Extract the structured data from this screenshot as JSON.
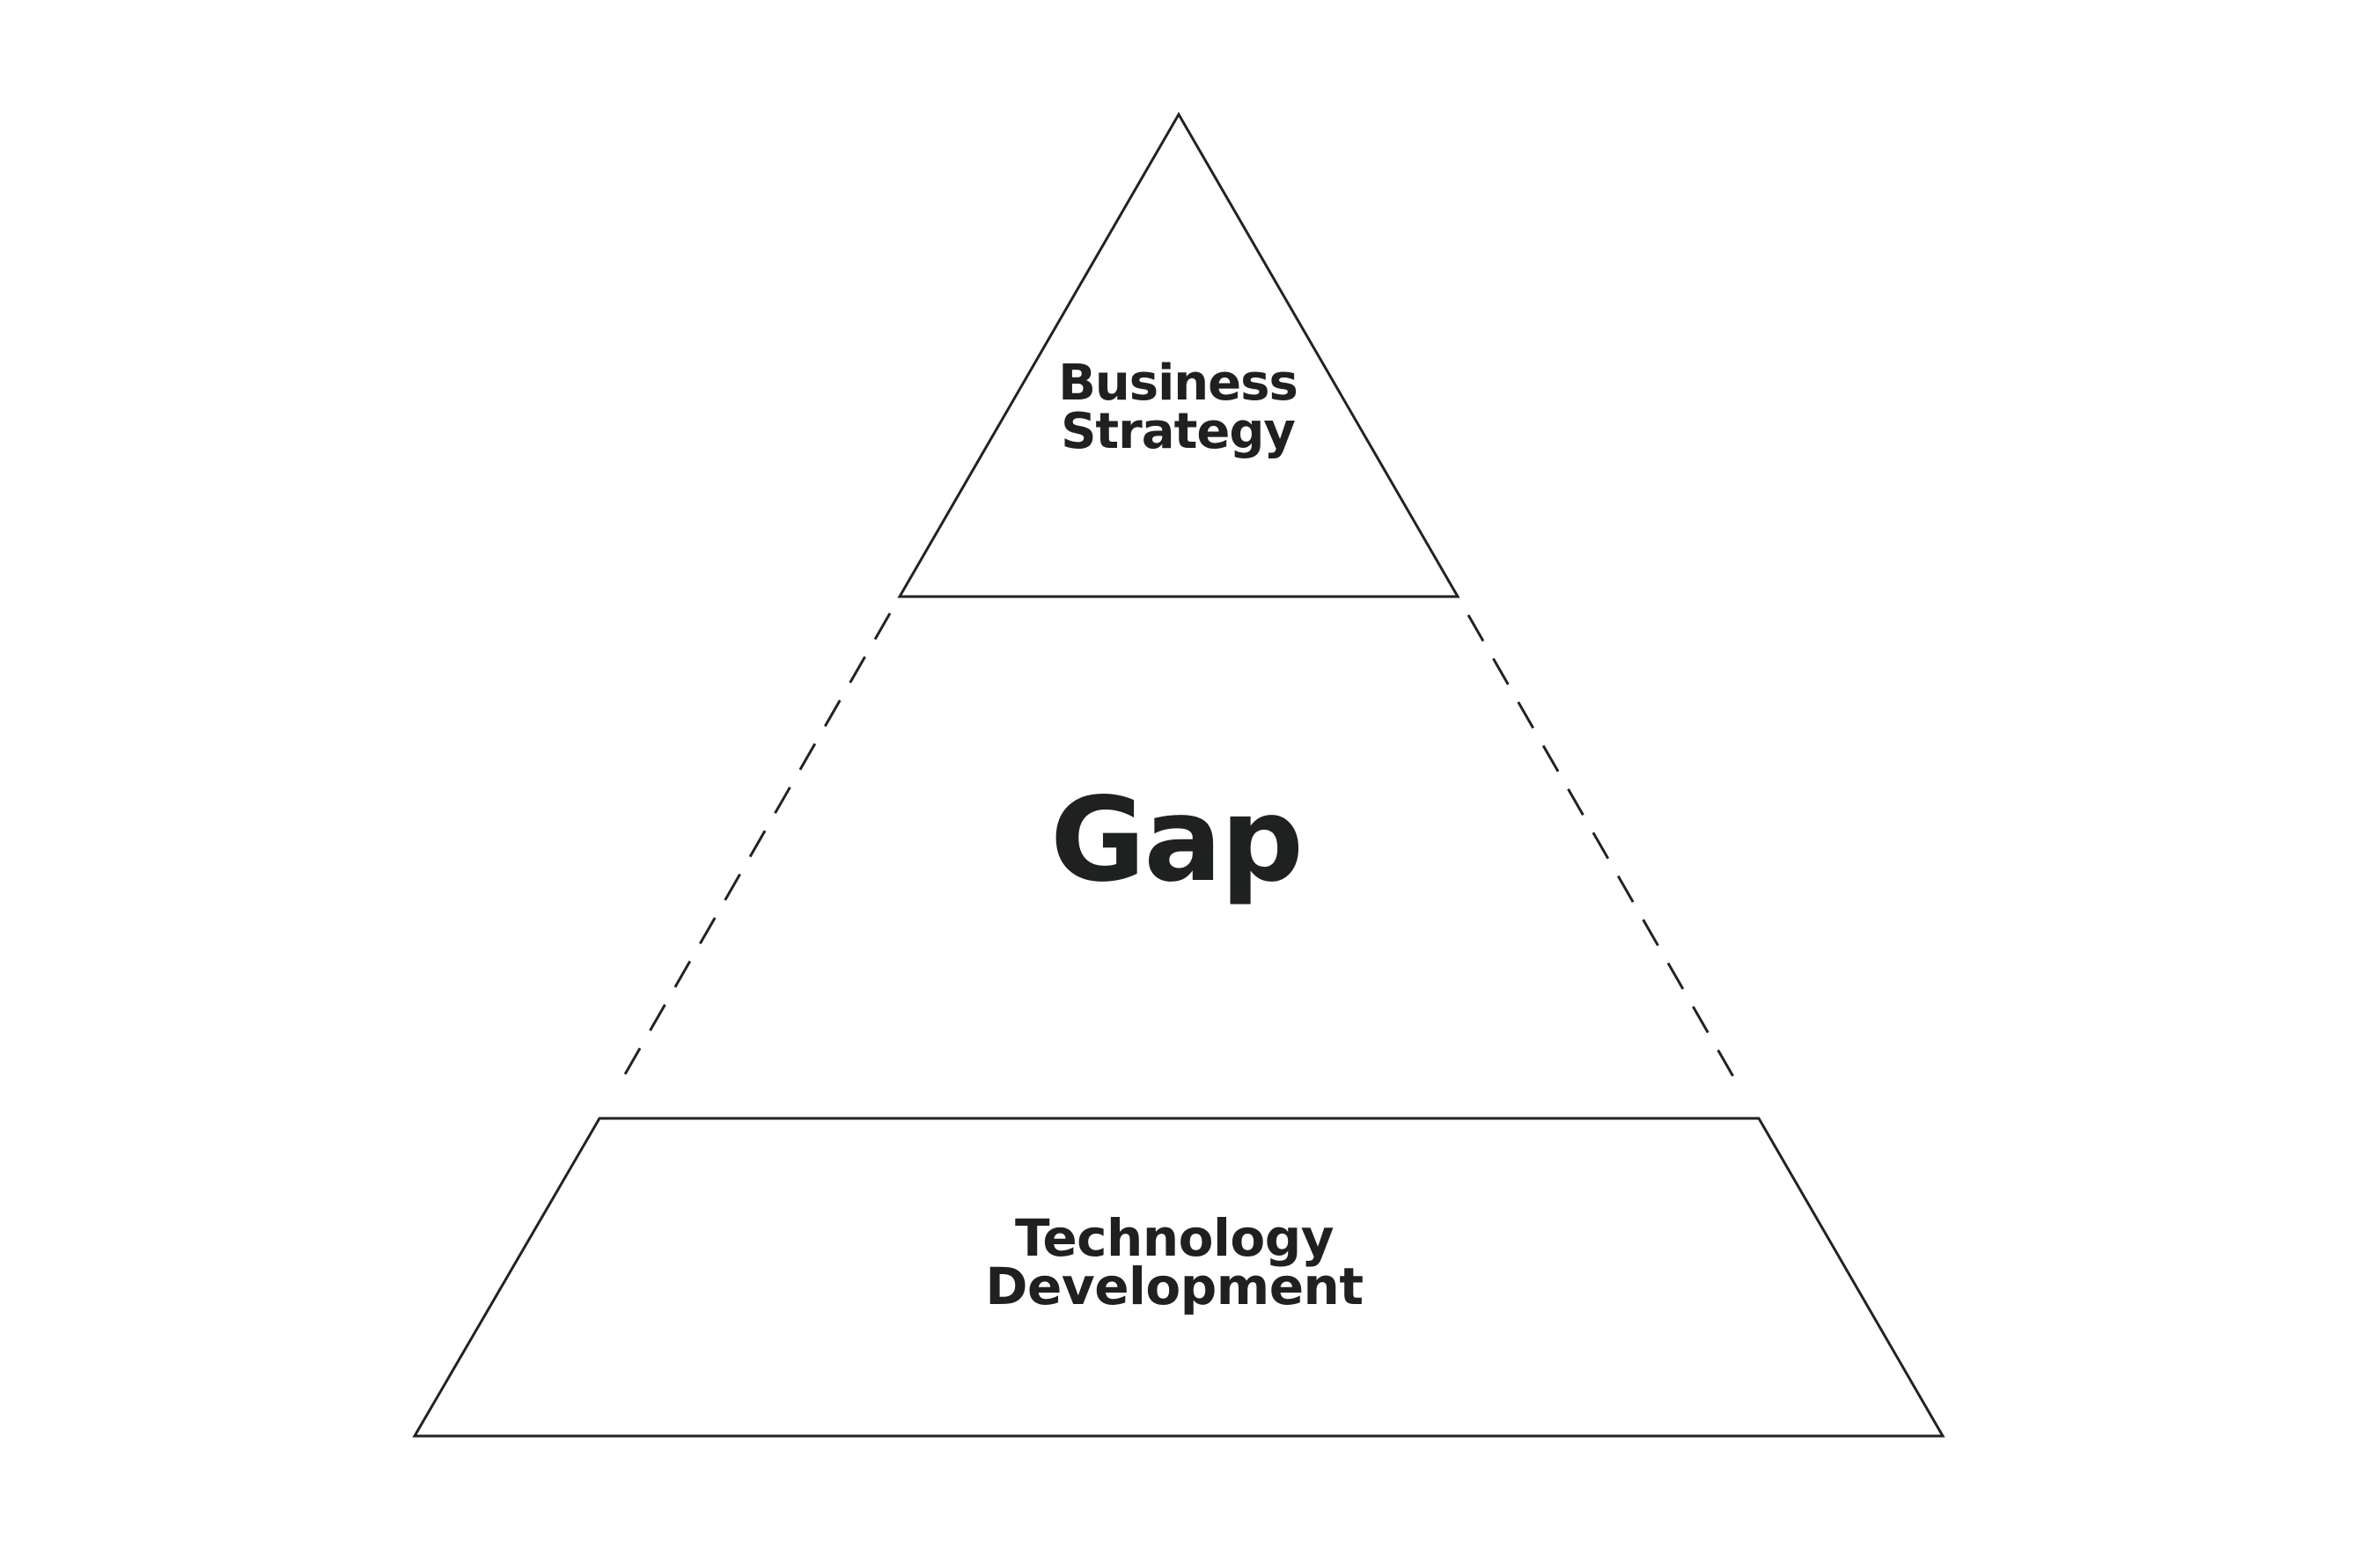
{
  "diagram": {
    "type": "pyramid-gap-diagram",
    "colors": {
      "background": "#ffffff",
      "stroke": "#222222",
      "text": "#1f2120"
    },
    "tiers": [
      {
        "id": "top",
        "shape": "triangle",
        "label_lines": [
          "Business",
          "Strategy"
        ],
        "outline": "solid"
      },
      {
        "id": "middle",
        "shape": "trapezoid",
        "label_lines": [
          "Gap"
        ],
        "outline": "dashed-sides-only"
      },
      {
        "id": "bottom",
        "shape": "trapezoid",
        "label_lines": [
          "Technology",
          "Development"
        ],
        "outline": "solid"
      }
    ]
  }
}
